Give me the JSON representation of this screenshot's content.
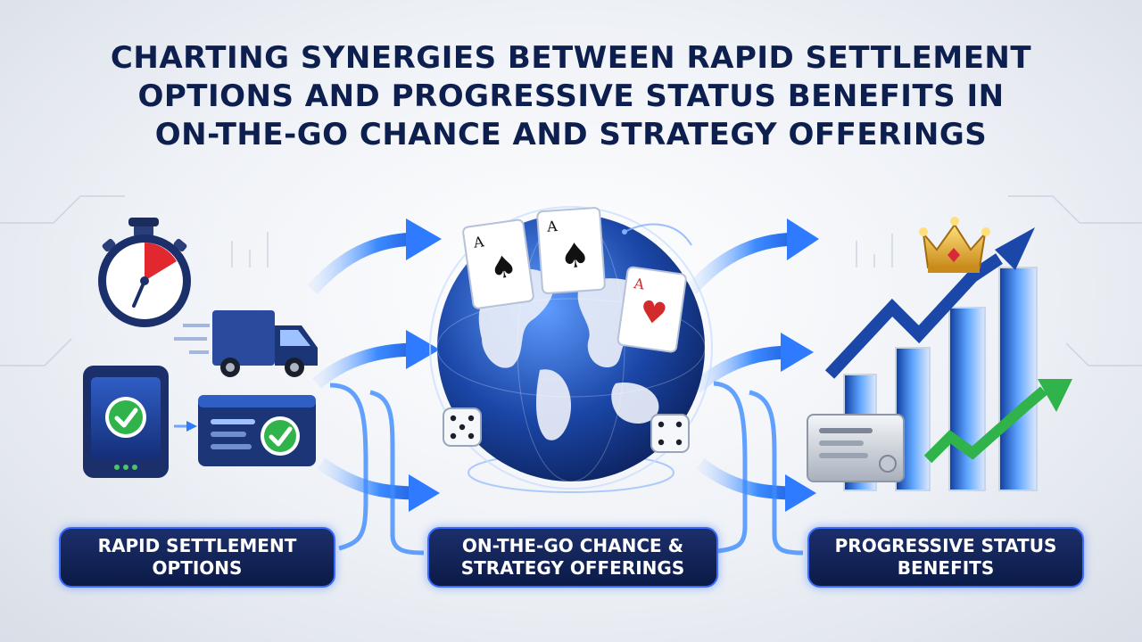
{
  "title_lines": [
    "CHARTING SYNERGIES BETWEEN RAPID SETTLEMENT",
    "OPTIONS AND PROGRESSIVE STATUS BENEFITS IN",
    "ON-THE-GO CHANCE AND STRATEGY OFFERINGS"
  ],
  "nodes": [
    {
      "lines": [
        "RAPID SETTLEMENT",
        "OPTIONS"
      ]
    },
    {
      "lines": [
        "ON-THE-GO CHANCE &",
        "STRATEGY OFFERINGS"
      ]
    },
    {
      "lines": [
        "PROGRESSIVE STATUS",
        "BENEFITS"
      ]
    }
  ],
  "cards": [
    {
      "rank": "A",
      "suit": "♠"
    },
    {
      "rank": "A",
      "suit": "♠"
    },
    {
      "rank": "A",
      "suit": "♥"
    }
  ],
  "colors": {
    "navy": "#0d1f4f",
    "accent_blue": "#2f7bff",
    "check_green": "#2fb34a",
    "timer_red": "#e0282e",
    "crown_gold": "#e9b53a"
  },
  "icons": [
    "stopwatch-icon",
    "delivery-truck-icon",
    "tablet-check-icon",
    "payment-card-check-icon",
    "globe-icon",
    "playing-card-icon",
    "dice-icon",
    "crown-icon",
    "growth-chart-icon",
    "credit-card-icon"
  ]
}
